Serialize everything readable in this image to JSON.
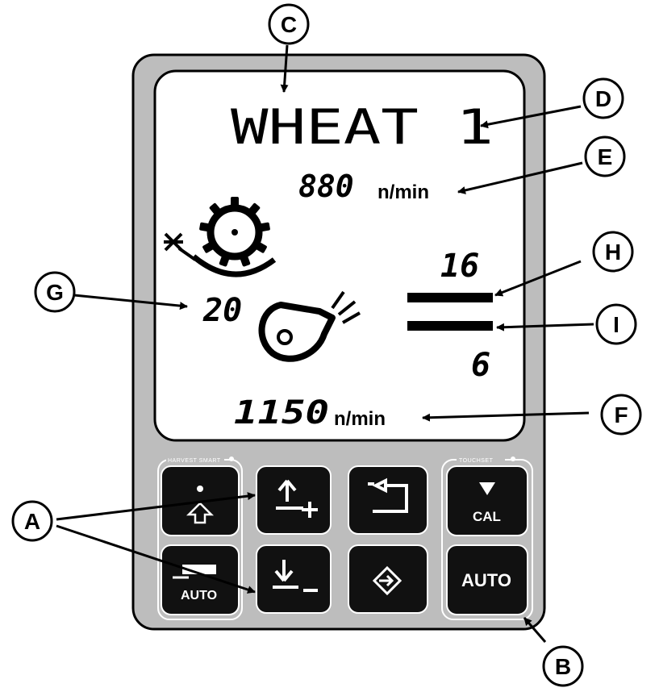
{
  "display": {
    "crop_name": "WHEAT 1",
    "rotor_speed_value": "880",
    "rotor_speed_unit": "n/min",
    "rotor_icon_value": "20",
    "sieve_upper_value": "16",
    "sieve_lower_value": "6",
    "fan_speed_value": "1150",
    "fan_speed_unit": "n/min"
  },
  "keypad": {
    "group_left_label": "HARVEST SMART",
    "group_right_label": "TOUCHSET",
    "keys": {
      "cal_label": "CAL",
      "auto_label": "AUTO",
      "auto_left_label": "AUTO"
    }
  },
  "callouts": {
    "A": "A",
    "B": "B",
    "C": "C",
    "D": "D",
    "E": "E",
    "F": "F",
    "G": "G",
    "H": "H",
    "I": "I"
  },
  "colors": {
    "panel": "#bdbdbd",
    "screen": "#ffffff",
    "key": "#111111"
  }
}
